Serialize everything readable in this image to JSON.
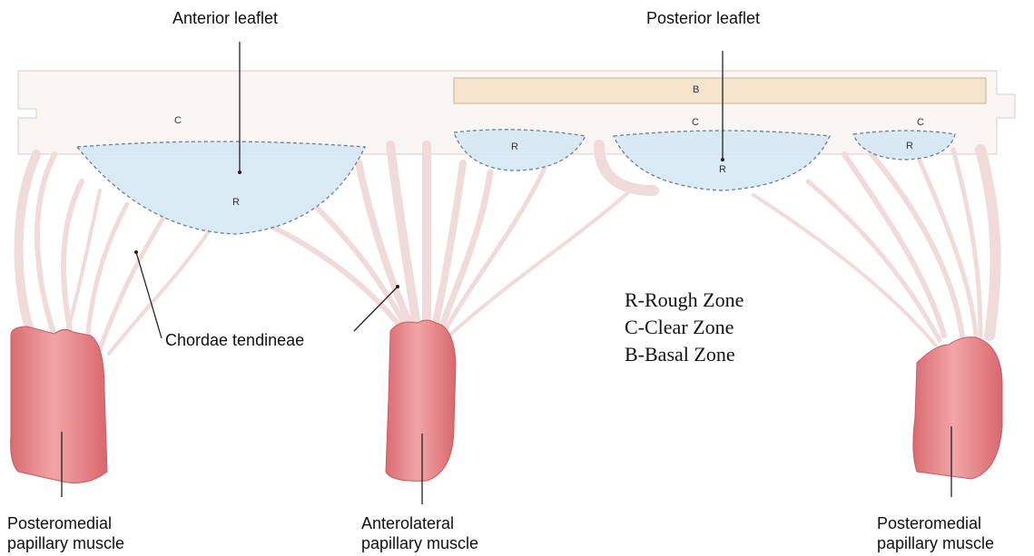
{
  "labels": {
    "anterior_leaflet": "Anterior leaflet",
    "posterior_leaflet": "Posterior leaflet",
    "chordae": "Chordae tendineae",
    "muscle_left_l1": "Posteromedial",
    "muscle_left_l2": "papillary muscle",
    "muscle_mid_l1": "Anterolateral",
    "muscle_mid_l2": "papillary muscle",
    "muscle_right_l1": "Posteromedial",
    "muscle_right_l2": "papillary muscle"
  },
  "zone_letters": {
    "b": "B",
    "c": "C",
    "r": "R"
  },
  "legend": {
    "rough": "R-Rough Zone",
    "clear": "C-Clear Zone",
    "basal": "B-Basal Zone"
  },
  "colors": {
    "valve": "#f8f4f1",
    "rough_zone": "#d4e6f3",
    "basal_zone": "#f5e3cc",
    "chordae": "#f1dada",
    "muscle": "#e8898c"
  }
}
